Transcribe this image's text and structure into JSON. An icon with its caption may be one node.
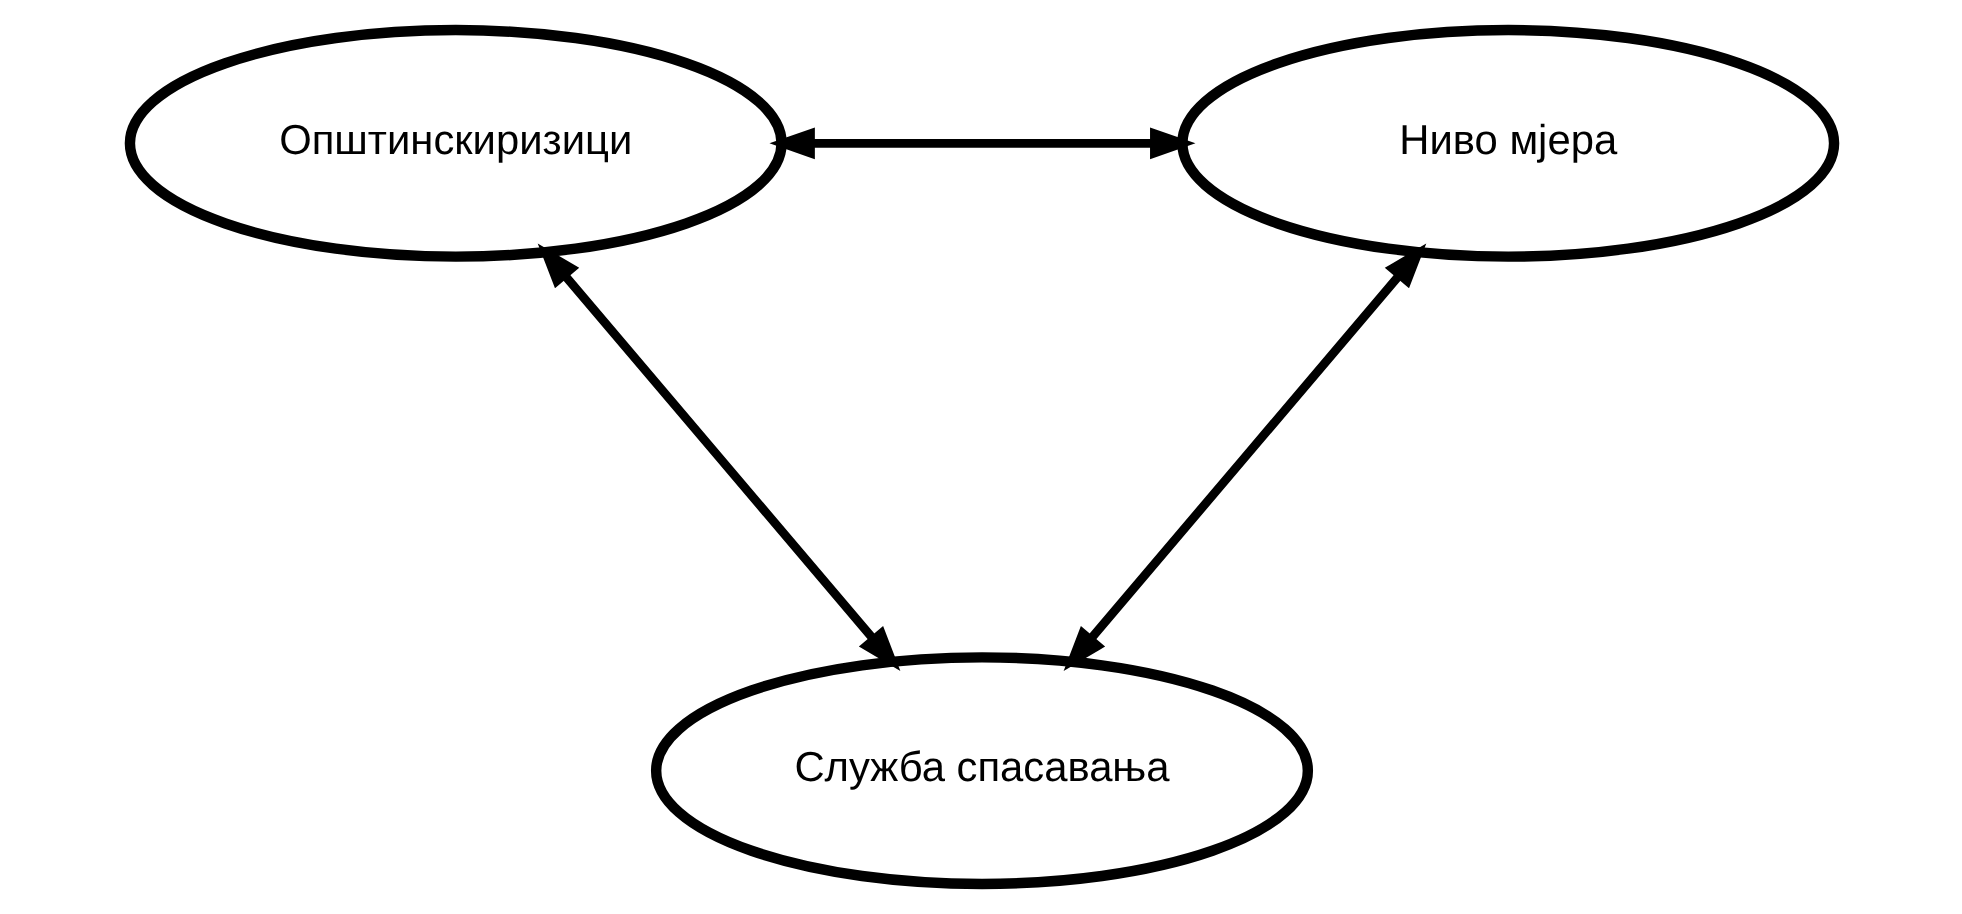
{
  "diagram": {
    "nodes": [
      {
        "text": [
          "Општинскиризици"
        ]
      },
      {
        "text": [
          "Ниво мјера"
        ]
      },
      {
        "text": [
          "Служба спасавања"
        ]
      }
    ],
    "edges": [
      {
        "from": 0,
        "to": 1,
        "arrow": "both"
      },
      {
        "from": 0,
        "to": 2,
        "arrow": "both"
      },
      {
        "from": 1,
        "to": 2,
        "arrow": "both"
      }
    ]
  }
}
